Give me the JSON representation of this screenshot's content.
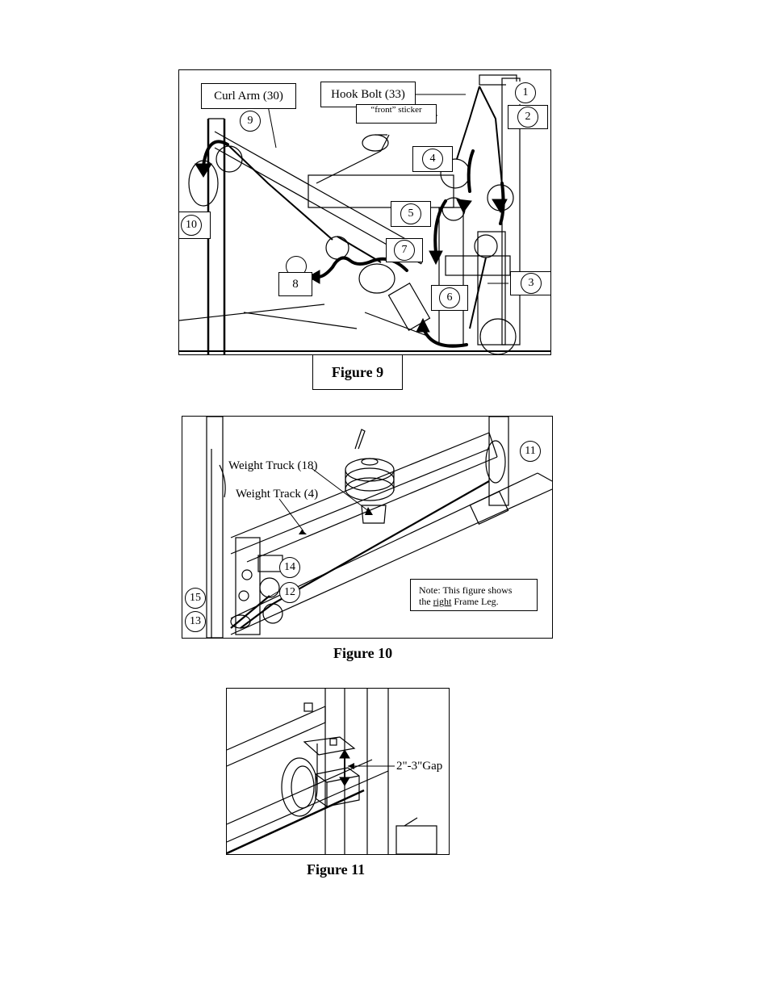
{
  "figure9": {
    "caption": "Figure 9",
    "labels": {
      "curl_arm": "Curl Arm (30)",
      "hook_bolt": "Hook Bolt (33)",
      "front_sticker": "“front” sticker"
    },
    "steps": [
      "1",
      "2",
      "3",
      "4",
      "5",
      "6",
      "7",
      "8",
      "9",
      "10"
    ]
  },
  "figure10": {
    "caption": "Figure 10",
    "labels": {
      "weight_truck": "Weight Truck (18)",
      "weight_track": "Weight Track (4)"
    },
    "steps": [
      "11",
      "12",
      "13",
      "14",
      "15"
    ],
    "note_line1": "Note: This figure shows",
    "note_the": "the ",
    "note_right": "right",
    "note_rest": " Frame Leg."
  },
  "figure11": {
    "caption": "Figure 11",
    "gap_label": "2\"-3\"Gap"
  }
}
